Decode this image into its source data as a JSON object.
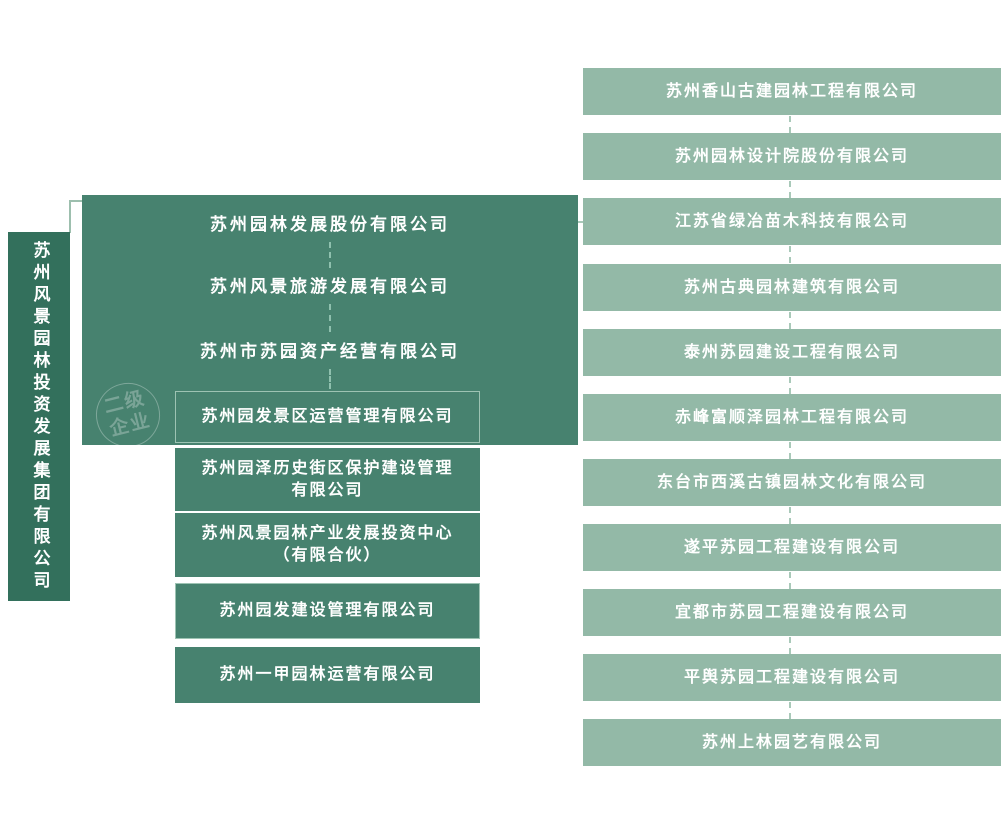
{
  "root": {
    "label": "苏州风景园林投资发展集团有限公司"
  },
  "watermark": {
    "label": "二级\n企业"
  },
  "middle": {
    "items": [
      "苏州园林发展股份有限公司",
      "苏州风景旅游发展有限公司",
      "苏州市苏园资产经营有限公司",
      "苏州园发景区运营管理有限公司",
      "苏州园泽历史街区保护建设管理\n有限公司",
      "苏州风景园林产业发展投资中心\n（有限合伙）",
      "苏州园发建设管理有限公司",
      "苏州一甲园林运营有限公司"
    ]
  },
  "right": {
    "items": [
      "苏州香山古建园林工程有限公司",
      "苏州园林设计院股份有限公司",
      "江苏省绿冶苗木科技有限公司",
      "苏州古典园林建筑有限公司",
      "泰州苏园建设工程有限公司",
      "赤峰富顺泽园林工程有限公司",
      "东台市西溪古镇园林文化有限公司",
      "遂平苏园工程建设有限公司",
      "宜都市苏园工程建设有限公司",
      "平舆苏园工程建设有限公司",
      "苏州上林园艺有限公司"
    ]
  },
  "palette": {
    "parent_green": "#33705c",
    "subsidiary_green": "#47826f",
    "branch_green": "#93b9a7",
    "connector_green": "#a9c9b9"
  }
}
